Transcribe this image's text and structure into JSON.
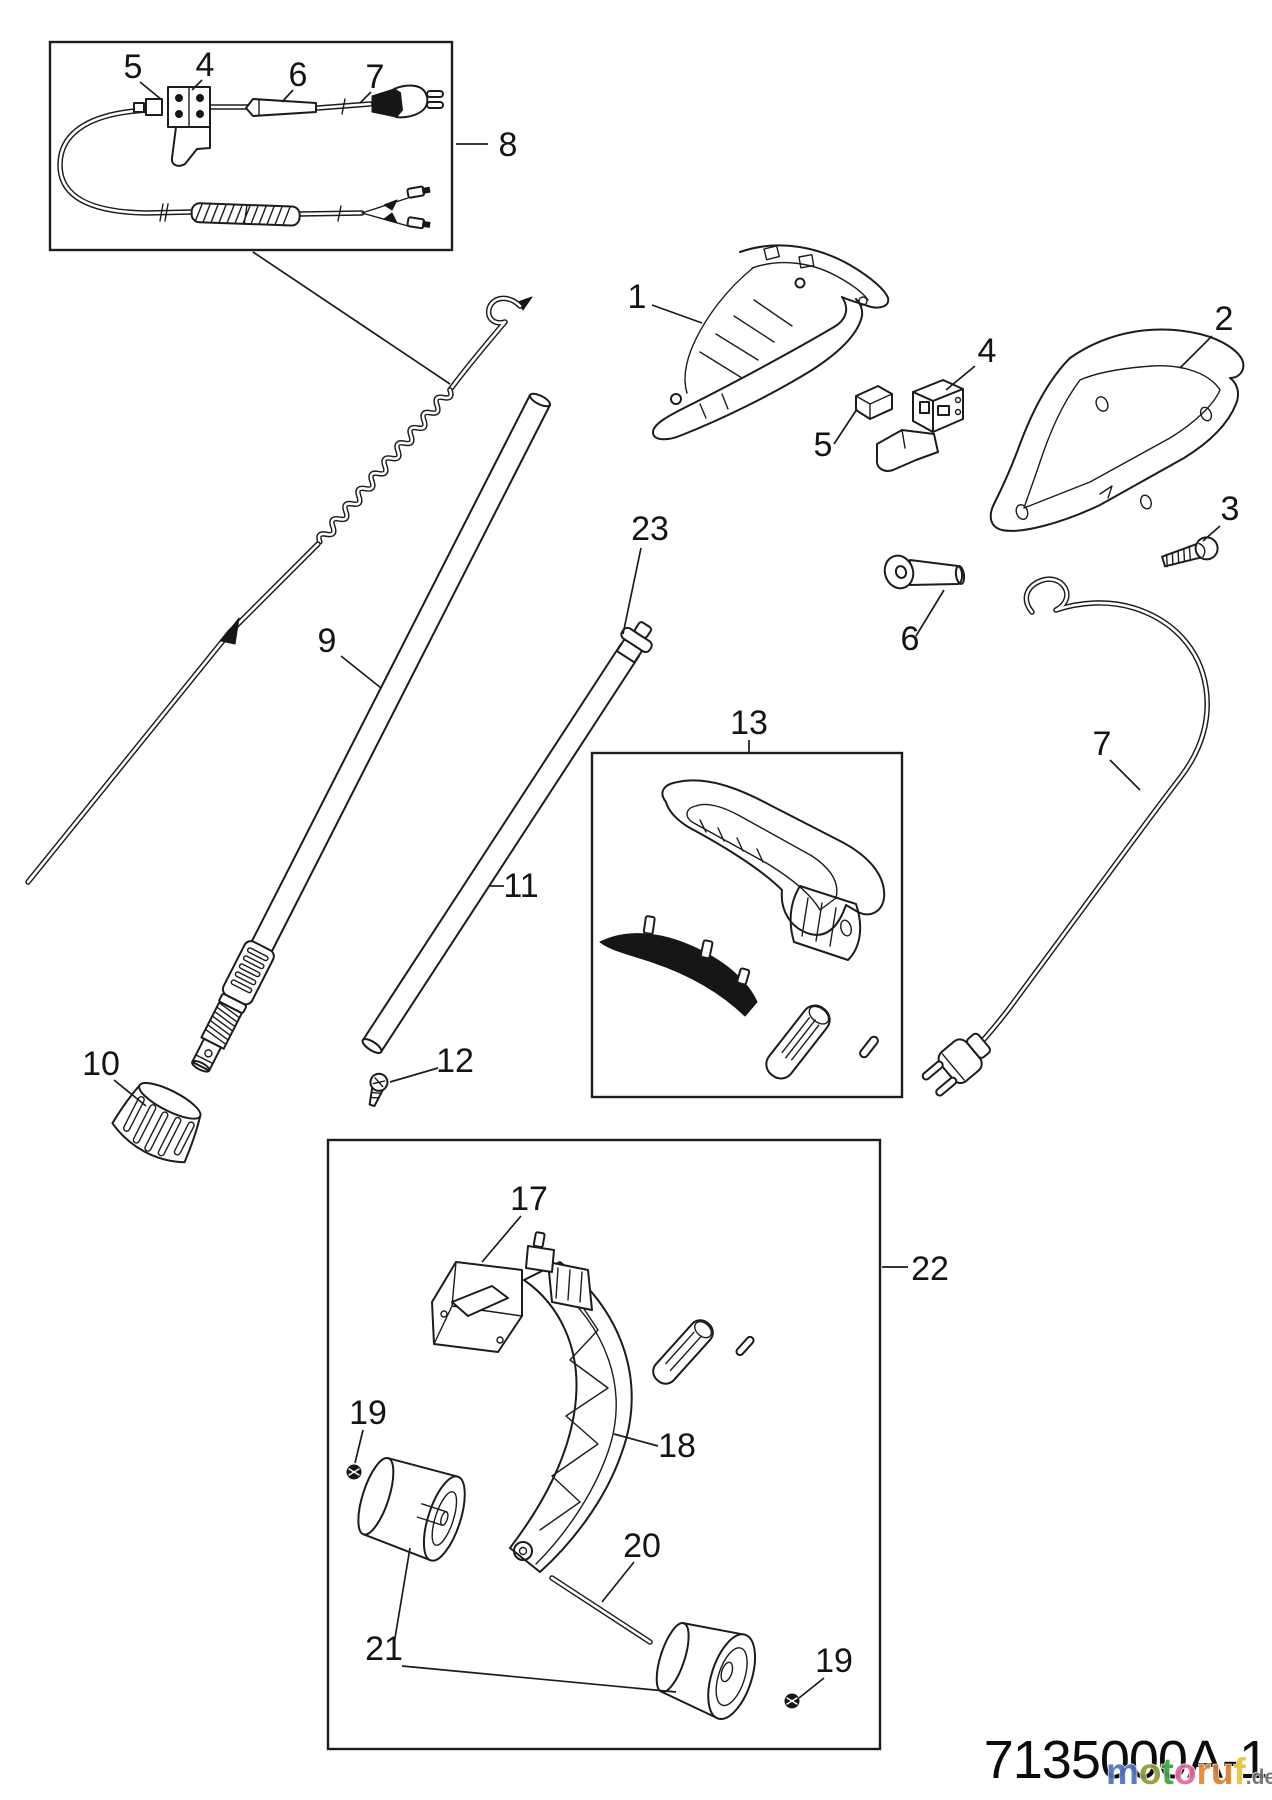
{
  "figure": {
    "kind": "exploded-parts-diagram",
    "drawing_number": "7135000A-1",
    "watermark": {
      "letters": [
        {
          "ch": "m",
          "color": "#4f74c2"
        },
        {
          "ch": "o",
          "color": "#8f9a36"
        },
        {
          "ch": "t",
          "color": "#3da53d"
        },
        {
          "ch": "o",
          "color": "#e5679e"
        },
        {
          "ch": "r",
          "color": "#e8872b"
        },
        {
          "ch": "u",
          "color": "#de7e2f"
        },
        {
          "ch": "f",
          "color": "#eec42c"
        }
      ],
      "suffix": ".de",
      "suffix_color": "#6f6f6f"
    }
  },
  "labels": {
    "inset_5": "5",
    "inset_4": "4",
    "inset_6": "6",
    "inset_7": "7",
    "callout_8": "8",
    "callout_1": "1",
    "callout_2": "2",
    "callout_3": "3",
    "main_4": "4",
    "main_5": "5",
    "main_6": "6",
    "main_7": "7",
    "callout_9": "9",
    "callout_10": "10",
    "callout_11": "11",
    "callout_12": "12",
    "callout_23": "23",
    "callout_13": "13",
    "callout_17": "17",
    "callout_18": "18",
    "callout_19a": "19",
    "callout_19b": "19",
    "callout_20": "20",
    "callout_21": "21",
    "callout_22": "22"
  },
  "colors": {
    "background": "#ffffff",
    "line": "#1c1c1c"
  }
}
